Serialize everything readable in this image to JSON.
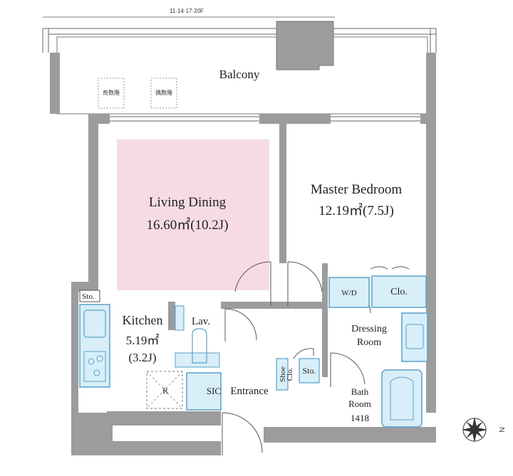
{
  "floor_note": "11·14·17·20F",
  "rooms": {
    "balcony": "Balcony",
    "living_name": "Living Dining",
    "living_area": "16.60㎡(10.2J)",
    "master_name": "Master Bedroom",
    "master_area": "12.19㎡(7.5J)",
    "kitchen_name": "Kitchen",
    "kitchen_area": "5.19㎡",
    "kitchen_j": "(3.2J)",
    "lav": "Lav.",
    "dressing_1": "Dressing",
    "dressing_2": "Room",
    "bath_1": "Bath",
    "bath_2": "Room",
    "bath_3": "1418",
    "entrance": "Entrance"
  },
  "fixtures": {
    "wd": "W/D",
    "clo": "Clo.",
    "sto_kitchen": "Sto.",
    "sto_entrance": "Sto.",
    "sic": "SIC",
    "shoe_clo_1": "Shoe",
    "shoe_clo_2": "Clo.",
    "fridge": "R",
    "balcony_floor_odd": "奇数階",
    "balcony_floor_even": "偶数階"
  },
  "compass": {
    "letter": "N"
  },
  "colors": {
    "wall": "#9c9c9c",
    "living_highlight": "#f6dbe6",
    "fixture_fill": "#d8eef8",
    "fixture_stroke": "#5aa0c8"
  }
}
